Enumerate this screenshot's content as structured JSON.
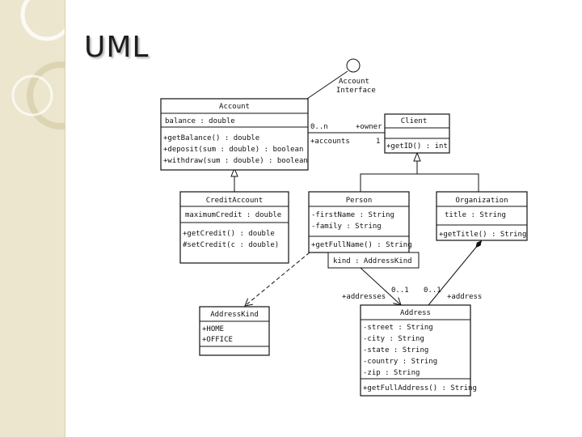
{
  "slide": {
    "title": "UML"
  },
  "colors": {
    "sidebar": "#ece6cf",
    "ring": "#d9d0ad"
  },
  "diagram": {
    "interface": {
      "label_line1": "Account",
      "label_line2": "Interface"
    },
    "account": {
      "name": "Account",
      "attributes": [
        "balance : double"
      ],
      "operations": [
        "+getBalance() : double",
        "+deposit(sum : double) : boolean",
        "+withdraw(sum : double) : boolean"
      ]
    },
    "client": {
      "name": "Client",
      "operations": [
        "+getID() : int"
      ]
    },
    "credit_account": {
      "name": "CreditAccount",
      "attributes": [
        "maximumCredit : double"
      ],
      "operations": [
        "+getCredit() : double",
        "#setCredit(c : double)"
      ]
    },
    "person": {
      "name": "Person",
      "attributes": [
        "-firstName : String",
        "-family : String"
      ],
      "operations": [
        "+getFullName() : String"
      ],
      "qualifier": "kind : AddressKind"
    },
    "organization": {
      "name": "Organization",
      "attributes": [
        "title : String"
      ],
      "operations": [
        "+getTitle() : String"
      ]
    },
    "address_kind": {
      "name": "AddressKind",
      "literals": [
        "+HOME",
        "+OFFICE"
      ]
    },
    "address": {
      "name": "Address",
      "attributes": [
        "-street : String",
        "-city : String",
        "-state : String",
        "-country : String",
        "-zip : String"
      ],
      "operations": [
        "+getFullAddress() : String"
      ]
    },
    "assoc_account_client": {
      "mult_account": "0..n",
      "role_owner": "+owner",
      "role_accounts": "+accounts",
      "mult_client": "1"
    },
    "assoc_person_address": {
      "role": "+addresses",
      "mult": "0..1"
    },
    "assoc_org_address": {
      "mult": "0..1",
      "role": "+address"
    }
  }
}
